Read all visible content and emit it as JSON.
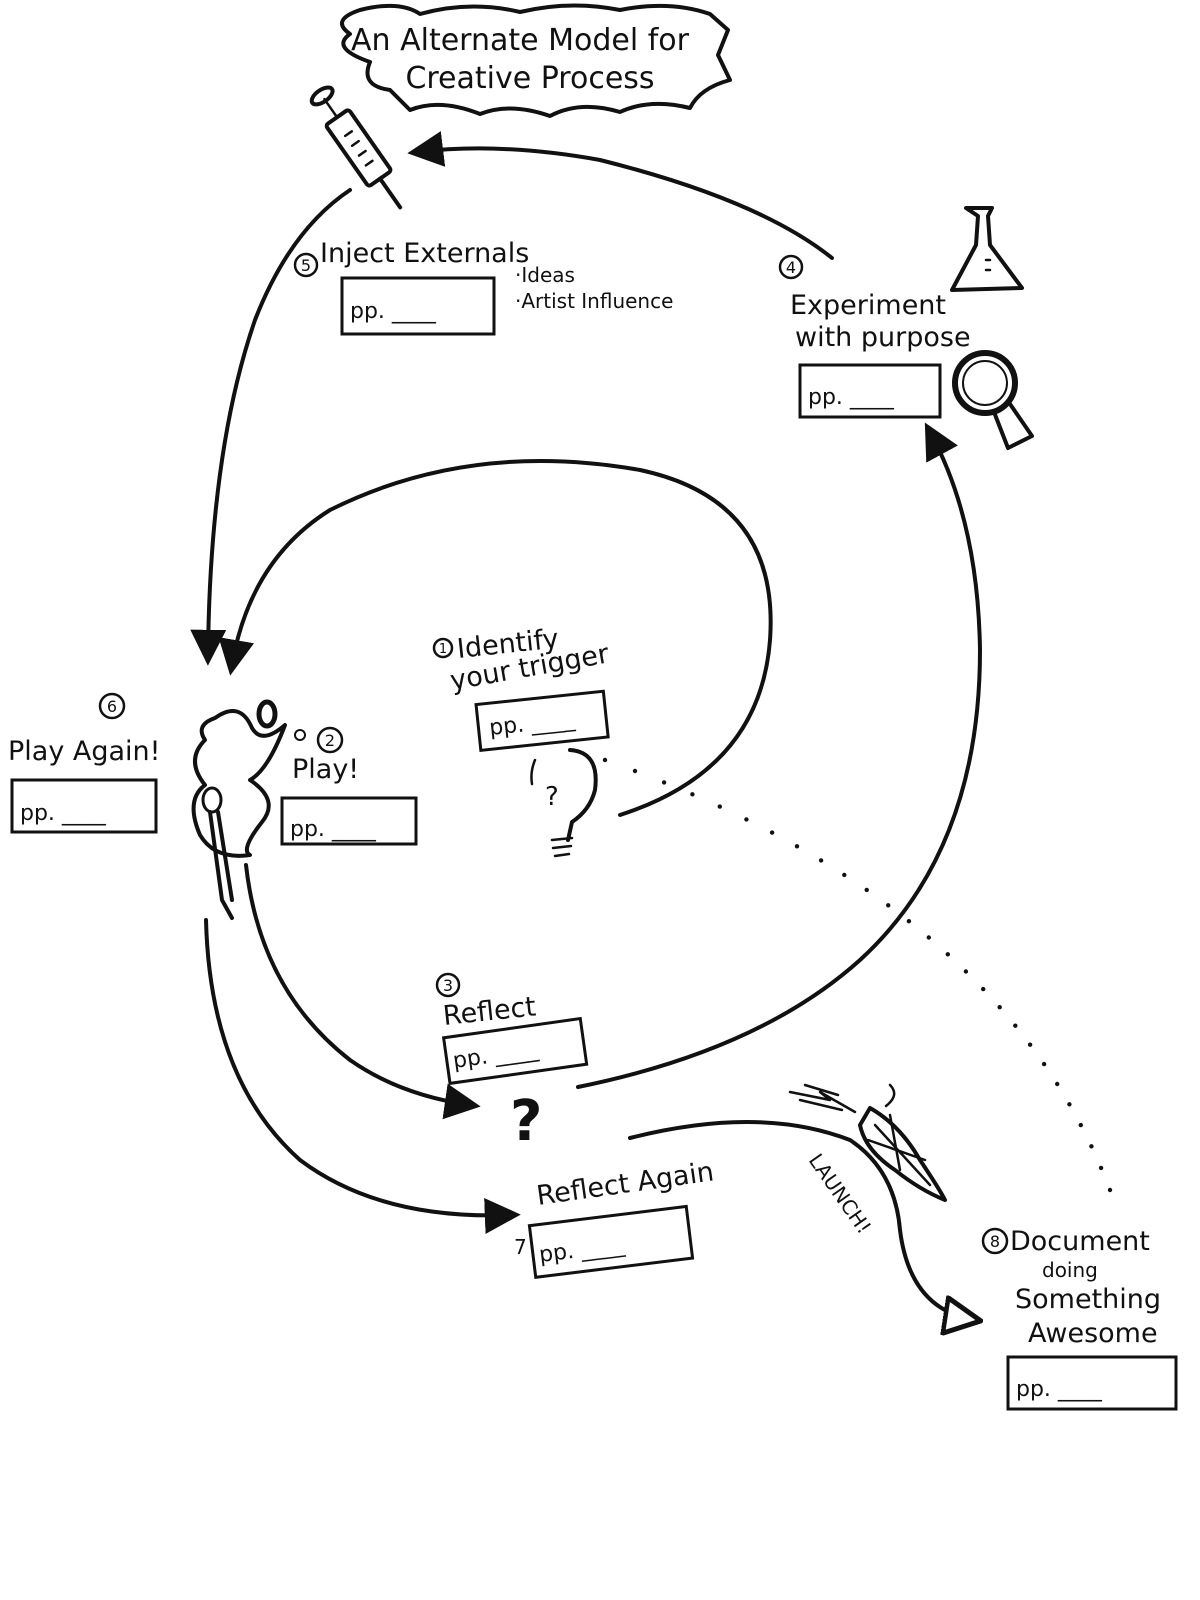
{
  "title": {
    "line1": "An Alternate Model for",
    "line2": "Creative Process"
  },
  "steps": [
    {
      "number": "1",
      "label_lines": [
        "Identify",
        "your trigger"
      ],
      "field": "pp. ____",
      "icon": "lightbulb-question-icon"
    },
    {
      "number": "2",
      "label_lines": [
        "Play!"
      ],
      "field": "pp. ____",
      "icon": "paint-splat-brush-icon"
    },
    {
      "number": "3",
      "label_lines": [
        "Reflect"
      ],
      "field": "pp. ____",
      "icon": "question-mark-icon"
    },
    {
      "number": "4",
      "label_lines": [
        "Experiment",
        "with purpose"
      ],
      "field": "pp. ____",
      "icon": "flask-magnifier-icon"
    },
    {
      "number": "5",
      "label_lines": [
        "Inject Externals"
      ],
      "field": "pp. ____",
      "notes": [
        "·Ideas",
        "·Artist Influence"
      ],
      "icon": "syringe-icon"
    },
    {
      "number": "6",
      "label_lines": [
        "Play Again!"
      ],
      "field": "pp. ____"
    },
    {
      "number": "7",
      "label_lines": [
        "Reflect Again"
      ],
      "field": "pp. ____"
    },
    {
      "number": "8",
      "label_lines": [
        "Document",
        "doing",
        "Something",
        "Awesome"
      ],
      "field": "pp. ____",
      "icon": "rocket-icon"
    }
  ],
  "annotations": {
    "launch": "LAUNCH!",
    "question_glyph": "?"
  }
}
